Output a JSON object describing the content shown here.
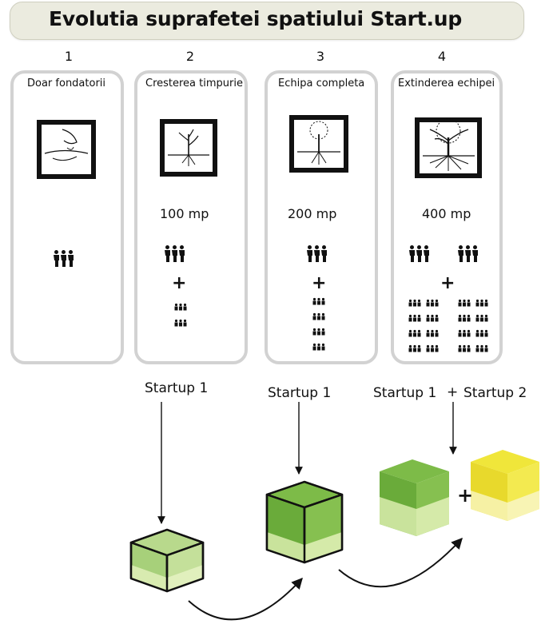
{
  "title": "Evolutia suprafetei spatiului Start.up",
  "stages": [
    {
      "number": "1",
      "label": "Doar fondatorii",
      "area": ""
    },
    {
      "number": "2",
      "label": "Cresterea timpurie",
      "area": "100 mp"
    },
    {
      "number": "3",
      "label": "Echipa completa",
      "area": "200 mp"
    },
    {
      "number": "4",
      "label": "Extinderea echipei",
      "area": "400 mp"
    }
  ],
  "plus_sign": "+",
  "startups": {
    "stage2": "Startup 1",
    "stage3": "Startup 1",
    "stage4_a": "Startup 1",
    "stage4_plus": "+",
    "stage4_b": "Startup 2"
  },
  "colors": {
    "green_top": "#a7d07a",
    "green_side": "#d5e8a6",
    "green_dark": "#6aab3a",
    "yellow_top": "#f0e63a",
    "yellow_side": "#f6f1a4",
    "panel_border": "#d2d2d2",
    "title_bg": "#ebebdf"
  }
}
